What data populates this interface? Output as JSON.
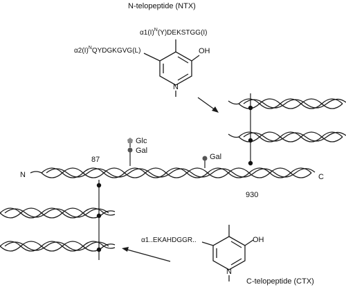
{
  "labels": {
    "ntx_title": "N-telopeptide (NTX)",
    "ntx_alpha1": "α1(I)",
    "ntx_alpha1_sup": "N",
    "ntx_alpha1_seq": "(Y)DEKSTGG(I)",
    "ntx_alpha2": "α2(I)",
    "ntx_alpha2_sup": "N",
    "ntx_alpha2_seq": "QYDGKGVG(L)",
    "oh_top": "OH",
    "oh_bottom": "OH",
    "ctx_title": "C-telopeptide (CTX)",
    "ctx_seq": "α1..EKAHDGGR..",
    "glc": "Glc",
    "gal_1": "Gal",
    "gal_2": "Gal",
    "pos_87": "87",
    "pos_930": "930",
    "end_n": "N",
    "end_c": "C"
  },
  "colors": {
    "line": "#1a1a1a",
    "sugar_glc": "#8a8a8a",
    "sugar_gal": "#555555"
  }
}
